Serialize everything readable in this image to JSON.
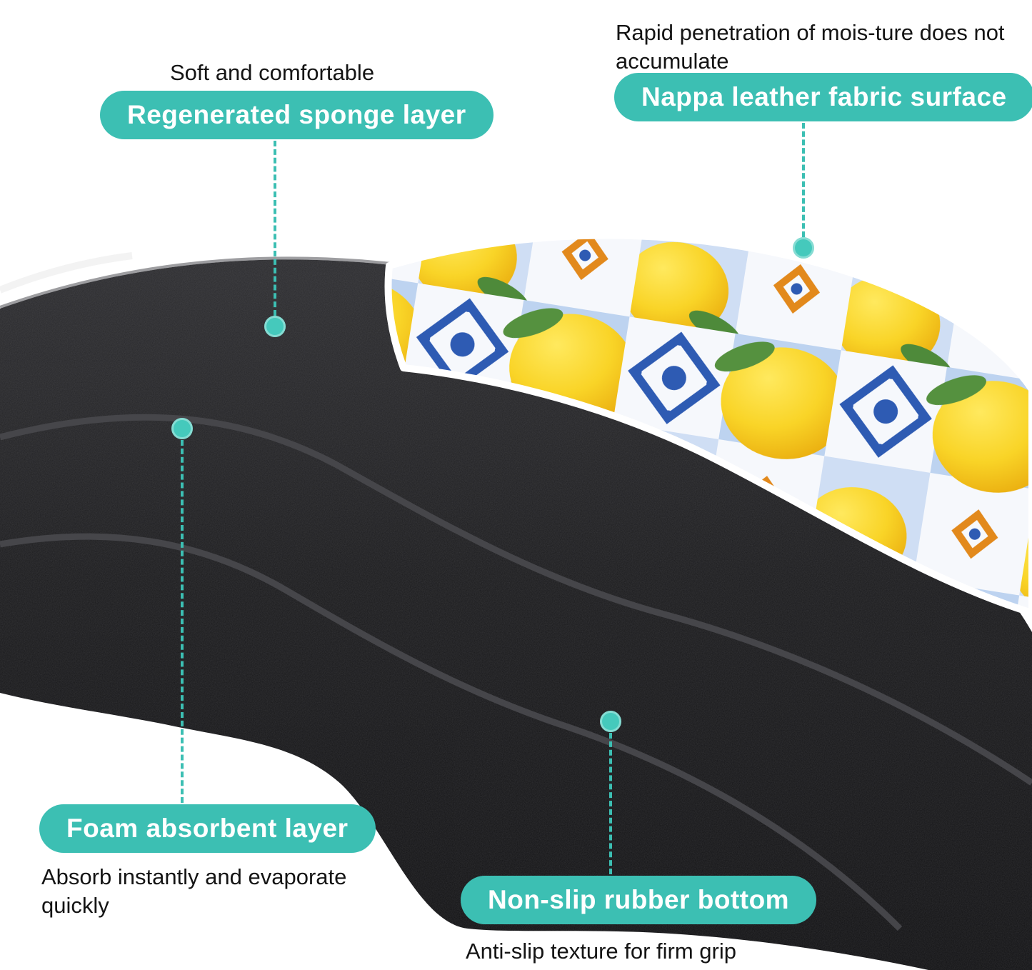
{
  "colors": {
    "accent_teal": "#3cbfb3",
    "dot_teal": "#45c9bc",
    "body_text": "#141414",
    "pill_text": "#ffffff",
    "mat_black": "#1c1c1e"
  },
  "callouts": {
    "sponge": {
      "caption": "Soft and comfortable",
      "label": "Regenerated sponge layer"
    },
    "leather": {
      "caption": "Rapid penetration of mois-ture does not accumulate",
      "label": "Nappa leather fabric surface"
    },
    "foam": {
      "label": "Foam absorbent layer",
      "caption": "Absorb instantly and evaporate quickly"
    },
    "rubber": {
      "label": "Non-slip rubber bottom",
      "caption": "Anti-slip texture for firm grip"
    }
  }
}
